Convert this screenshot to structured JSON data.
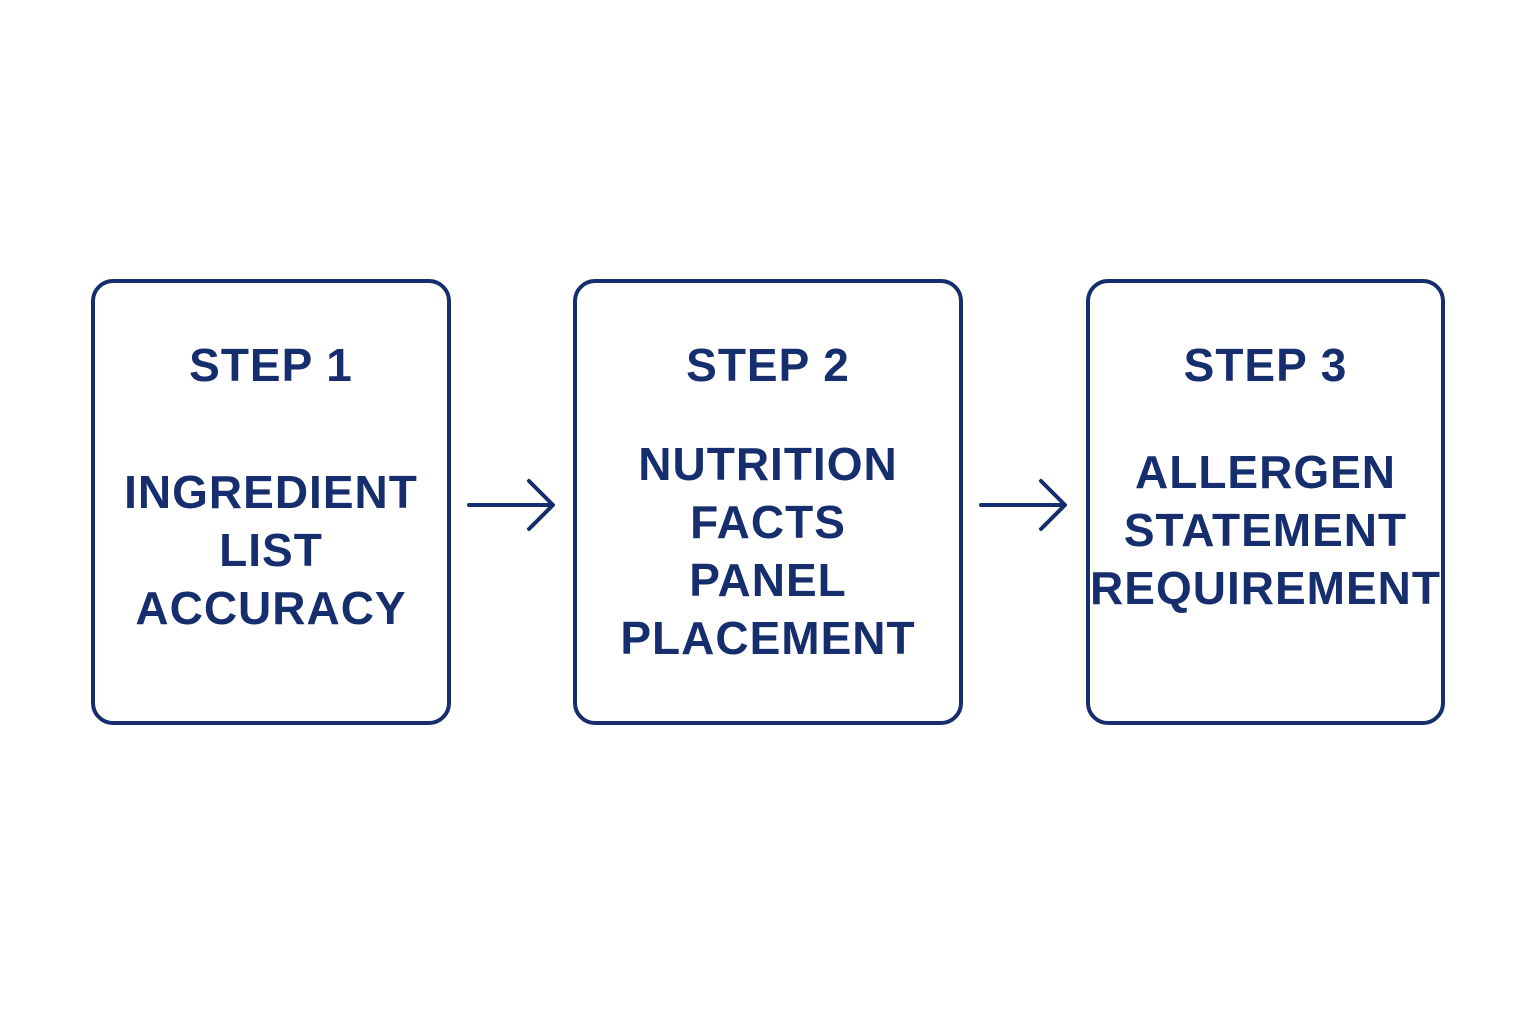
{
  "colors": {
    "primary": "#162d6e",
    "background": "#ffffff"
  },
  "steps": [
    {
      "heading": "STEP 1",
      "lines": [
        "INGREDIENT",
        "LIST",
        "ACCURACY"
      ]
    },
    {
      "heading": "STEP 2",
      "lines": [
        "NUTRITION",
        "FACTS",
        "PANEL",
        "PLACEMENT"
      ]
    },
    {
      "heading": "STEP 3",
      "lines": [
        "ALLERGEN",
        "STATEMENT",
        "REQUIREMENT"
      ]
    }
  ],
  "connectors": [
    {
      "icon": "arrow-right-icon"
    },
    {
      "icon": "arrow-right-icon"
    }
  ]
}
